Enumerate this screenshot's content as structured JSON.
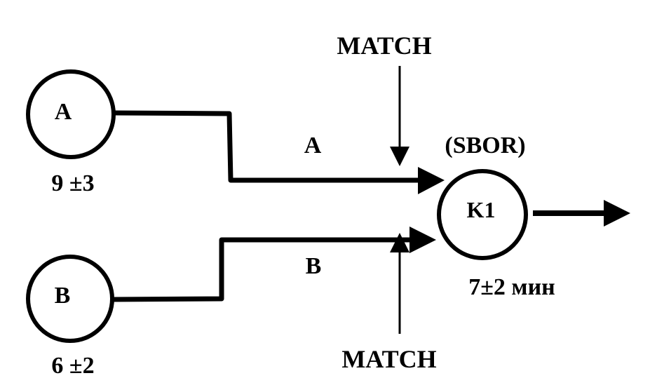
{
  "colors": {
    "stroke": "#000000",
    "node_fill": "#ffffff",
    "background": "#ffffff"
  },
  "nodes": {
    "a": {
      "label": "A",
      "time": "9 ±3"
    },
    "b": {
      "label": "B",
      "time": "6 ±2"
    },
    "k1": {
      "label": "K1",
      "tag": "(SBOR)",
      "time": "7±2 мин"
    }
  },
  "edges": {
    "a_to_k1": {
      "label": "A"
    },
    "b_to_k1": {
      "label": "B"
    }
  },
  "signals": {
    "match_top": "MATCH",
    "match_bottom": "MATCH"
  }
}
